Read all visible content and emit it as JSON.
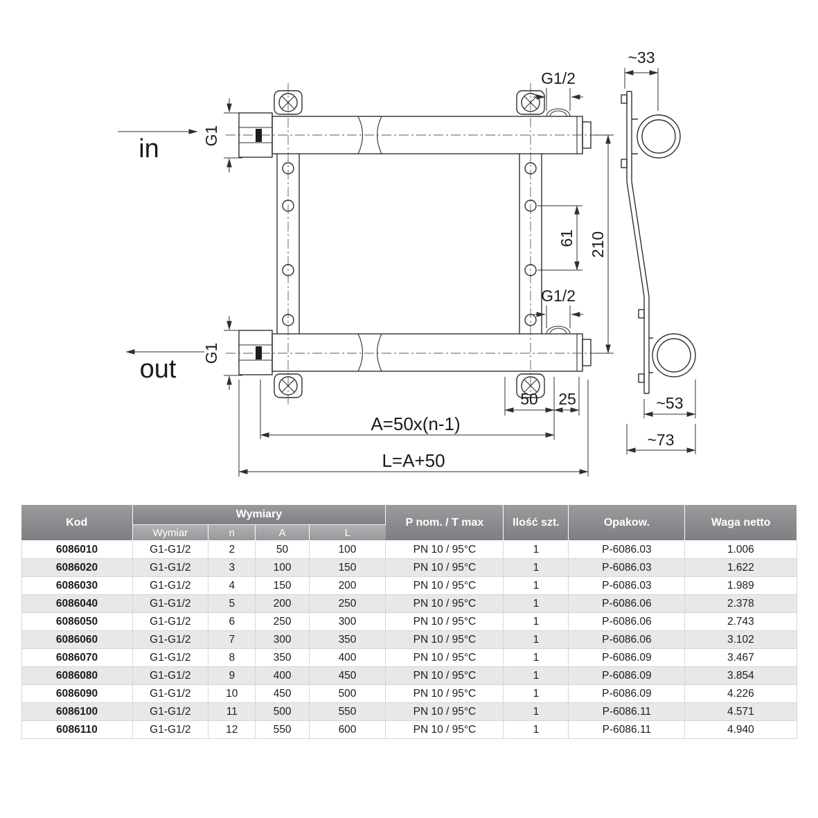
{
  "drawing": {
    "labels": {
      "flow_in": "in",
      "flow_out": "out",
      "g1_top": "G1",
      "g1_bottom": "G1",
      "g12_top": "G1/2",
      "g12_mid": "G1/2",
      "dim_33": "~33",
      "dim_61": "61",
      "dim_210": "210",
      "dim_50": "50",
      "dim_25": "25",
      "dim_a": "A=50x(n-1)",
      "dim_l": "L=A+50",
      "dim_53": "~53",
      "dim_73": "~73"
    }
  },
  "table": {
    "headers": {
      "kod": "Kod",
      "wymiary": "Wymiary",
      "wymiar": "Wymiar",
      "n": "n",
      "a": "A",
      "l": "L",
      "p_nom": "P nom. / T max",
      "ilosc": "Ilość szt.",
      "opakow": "Opakow.",
      "waga": "Waga netto"
    },
    "rows": [
      [
        "6086010",
        "G1-G1/2",
        "2",
        "50",
        "100",
        "PN 10 / 95°C",
        "1",
        "P-6086.03",
        "1.006"
      ],
      [
        "6086020",
        "G1-G1/2",
        "3",
        "100",
        "150",
        "PN 10 / 95°C",
        "1",
        "P-6086.03",
        "1.622"
      ],
      [
        "6086030",
        "G1-G1/2",
        "4",
        "150",
        "200",
        "PN 10 / 95°C",
        "1",
        "P-6086.03",
        "1.989"
      ],
      [
        "6086040",
        "G1-G1/2",
        "5",
        "200",
        "250",
        "PN 10 / 95°C",
        "1",
        "P-6086.06",
        "2.378"
      ],
      [
        "6086050",
        "G1-G1/2",
        "6",
        "250",
        "300",
        "PN 10 / 95°C",
        "1",
        "P-6086.06",
        "2.743"
      ],
      [
        "6086060",
        "G1-G1/2",
        "7",
        "300",
        "350",
        "PN 10 / 95°C",
        "1",
        "P-6086.06",
        "3.102"
      ],
      [
        "6086070",
        "G1-G1/2",
        "8",
        "350",
        "400",
        "PN 10 / 95°C",
        "1",
        "P-6086.09",
        "3.467"
      ],
      [
        "6086080",
        "G1-G1/2",
        "9",
        "400",
        "450",
        "PN 10 / 95°C",
        "1",
        "P-6086.09",
        "3.854"
      ],
      [
        "6086090",
        "G1-G1/2",
        "10",
        "450",
        "500",
        "PN 10 / 95°C",
        "1",
        "P-6086.09",
        "4.226"
      ],
      [
        "6086100",
        "G1-G1/2",
        "11",
        "500",
        "550",
        "PN 10 / 95°C",
        "1",
        "P-6086.11",
        "4.571"
      ],
      [
        "6086110",
        "G1-G1/2",
        "12",
        "550",
        "600",
        "PN 10 / 95°C",
        "1",
        "P-6086.11",
        "4.940"
      ]
    ]
  },
  "colors": {
    "header_bg": "#8a8a8d",
    "subheader_bg": "#a6a6a9",
    "row_alt_bg": "#e8e8ea",
    "line": "#2f2f2f"
  }
}
